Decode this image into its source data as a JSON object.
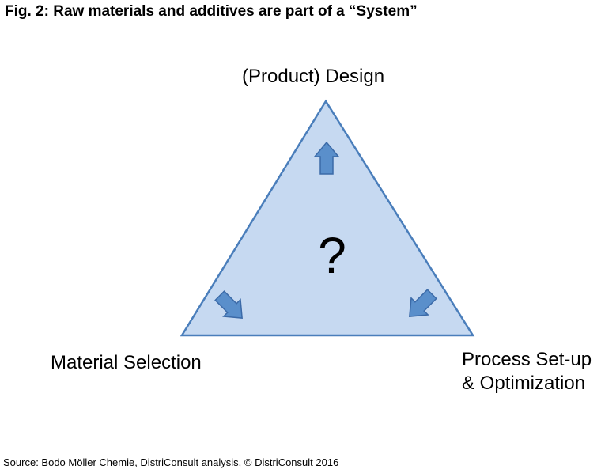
{
  "figure": {
    "title": "Fig. 2: Raw materials and additives are part of a “System”",
    "source": "Source: Bodo Möller Chemie, DistriConsult analysis, © DistriConsult 2016"
  },
  "diagram": {
    "center_symbol": "?",
    "vertices": {
      "top": "(Product) Design",
      "bottom_left": "Material Selection",
      "bottom_right_line1": "Process Set-up",
      "bottom_right_line2": "& Optimization"
    }
  },
  "colors": {
    "triangle_fill": "#c6d9f1",
    "triangle_stroke": "#4a7ebb",
    "arrow_fill": "#5a8fcb",
    "arrow_stroke": "#3b6aa8"
  }
}
